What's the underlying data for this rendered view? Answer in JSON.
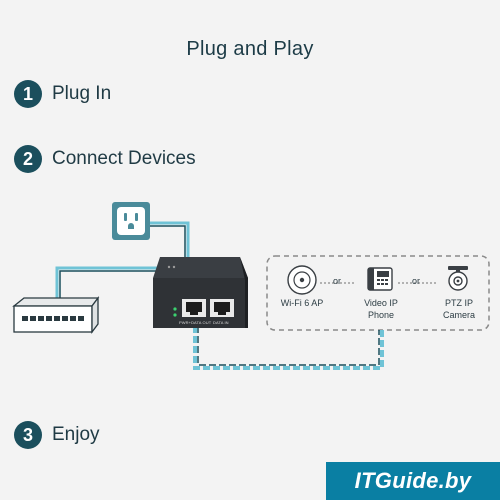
{
  "title": "Plug and Play",
  "steps": [
    {
      "number": "1",
      "label": "Plug In"
    },
    {
      "number": "2",
      "label": "Connect Devices"
    },
    {
      "number": "3",
      "label": "Enjoy"
    }
  ],
  "injector": {
    "port_out_label": "PWR+DATA OUT",
    "port_in_label": "DATA IN"
  },
  "devices": [
    {
      "name": "Wi-Fi 6 AP",
      "icon": "access-point-icon"
    },
    {
      "name": "Video IP Phone",
      "icon": "ip-phone-icon"
    },
    {
      "name": "PTZ IP Camera",
      "icon": "ptz-camera-icon"
    }
  ],
  "or_text": "or",
  "watermark": "ITGuide.by",
  "colors": {
    "accent": "#1b4f5d",
    "cable": "#6fc3d6",
    "power_line": "#1b4f5d",
    "outlet_tile": "#4a8b9a",
    "device_box": "#2f3236",
    "watermark_bg": "#0a7fa3"
  }
}
